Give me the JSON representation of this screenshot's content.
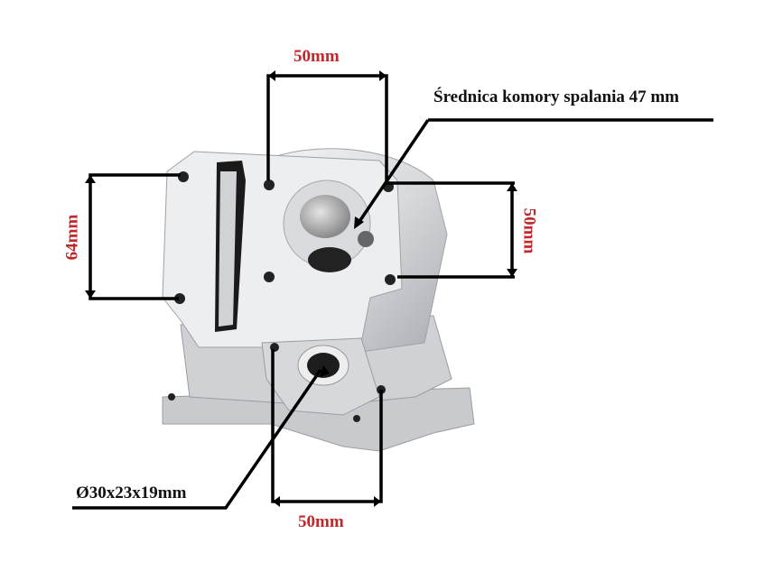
{
  "labels": {
    "top_width": "50mm",
    "combustion_chamber": "Średnica komory spalania  47 mm",
    "right_height": "50mm",
    "left_height": "64mm",
    "port": "Ø30x23x19mm",
    "bottom_width": "50mm"
  },
  "colors": {
    "dimension_red": "#c0282c",
    "line": "#000000"
  }
}
